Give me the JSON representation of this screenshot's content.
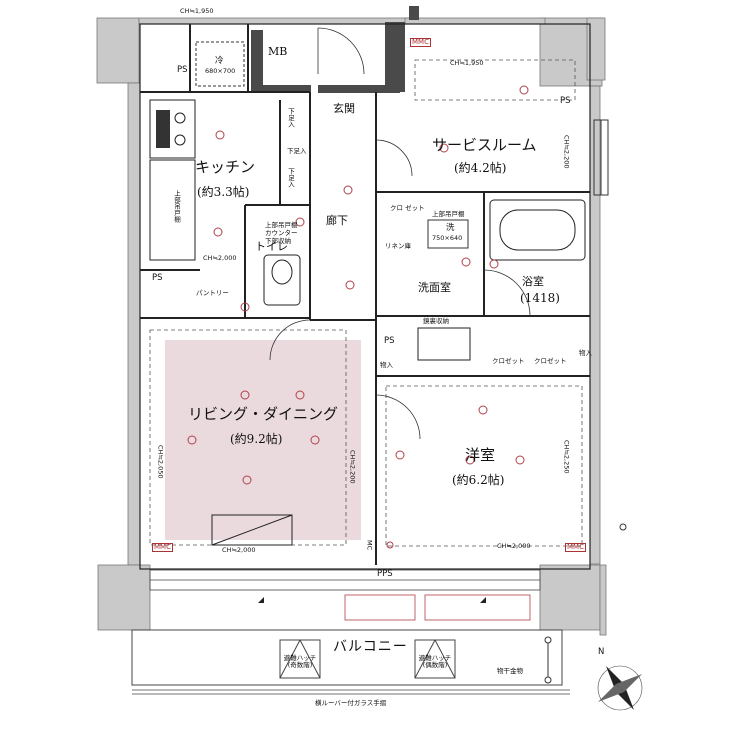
{
  "rooms": {
    "kitchen": {
      "name": "キッチン",
      "area": "(約3.3帖)"
    },
    "service_room": {
      "name": "サービスルーム",
      "area": "(約4.2帖)"
    },
    "entrance": {
      "name": "玄関"
    },
    "hallway": {
      "name": "廊下"
    },
    "toilet": {
      "name": "トイレ"
    },
    "washroom": {
      "name": "洗面室"
    },
    "bathroom": {
      "name": "浴室",
      "size": "(1418)"
    },
    "living_dining": {
      "name": "リビング・ダイニング",
      "area": "(約9.2帖)"
    },
    "western_room": {
      "name": "洋室",
      "area": "(約6.2帖)"
    },
    "balcony": {
      "name": "バルコニー"
    }
  },
  "labels": {
    "mb": "MB",
    "ps": "PS",
    "pps": "PPS",
    "pantry": "パントリー",
    "fridge": "冷",
    "fridge_size": "680×700",
    "shoe_box": "下足入",
    "closet": "クロ\nゼット",
    "closet_short": "クロゼット",
    "storage": "物入",
    "linen": "リネン庫",
    "mirror_storage": "鏡裏収納",
    "washer": "洗",
    "washer_size": "750×640",
    "upper_cabinet": "上部吊戸棚",
    "upper_cabinet_v": "上部吊戸棚",
    "toilet_storage_1": "上部吊戸棚",
    "toilet_storage_2": "カウンター",
    "toilet_storage_3": "下部収納",
    "hatch_odd": "避難ハッチ\n(奇数階)",
    "hatch_even": "避難ハッチ\n(偶数階)",
    "drying_hardware": "物干金物",
    "louver_rail": "横ルーバー付ガラス手摺",
    "mmc": "MMC",
    "mc": "MC"
  },
  "ceiling_heights": {
    "top_left": "CH≒1,950",
    "top_right": "CH≒1,950",
    "kitchen": "CH≒2,000",
    "ld_left": "CH≒2,050",
    "ld_mid": "CH≒2,200",
    "ld_bottom": "CH≒2,000",
    "service_right": "CH≒2,200",
    "western_right": "CH≒2,250",
    "western_bottom": "CH≒2,000"
  },
  "symbols": {
    "compass": "N"
  },
  "colors": {
    "wall": "#c8c8c8",
    "wall_dark": "#555555",
    "ld_highlight": "#ebdadd",
    "electrical": "#b04048"
  }
}
